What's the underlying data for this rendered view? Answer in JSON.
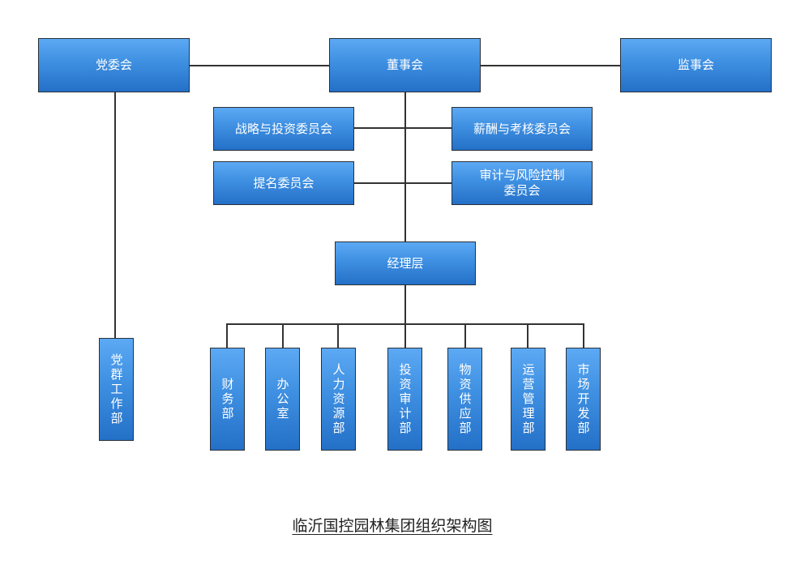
{
  "org": {
    "party_committee": "党委会",
    "board": "董事会",
    "supervisors": "监事会",
    "strategy_committee": "战略与投资委员会",
    "compensation_committee": "薪酬与考核委员会",
    "nomination_committee": "提名委员会",
    "audit_committee_line1": "审计与风险控制",
    "audit_committee_line2": "委员会",
    "management": "经理层",
    "party_work_dept": "党群工作部",
    "departments": [
      "财务部",
      "办公室",
      "人力资源部",
      "投资审计部",
      "物资供应部",
      "运营管理部",
      "市场开发部"
    ]
  },
  "caption": "临沂国控园林集团组织架构图"
}
